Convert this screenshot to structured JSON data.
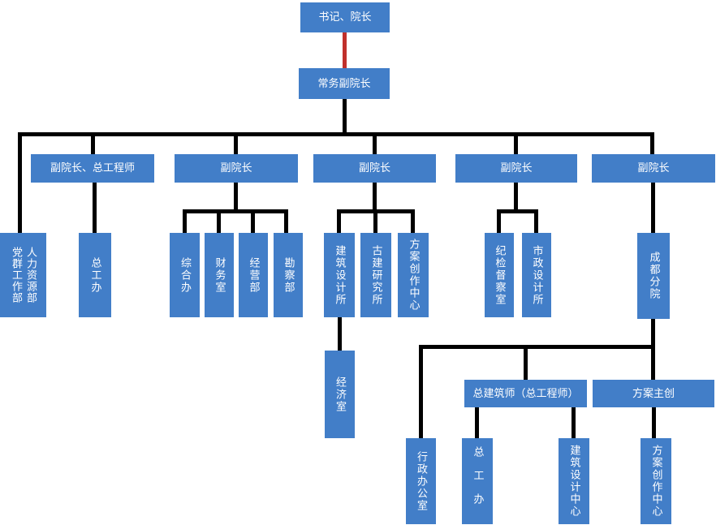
{
  "colors": {
    "node_fill": "#427ec8",
    "node_text": "#ffffff",
    "connector": "#000000",
    "highlight_connector": "#c0302c"
  },
  "chart": {
    "root": {
      "label": "书记、院长"
    },
    "executive": {
      "label": "常务副院长"
    },
    "left_dept": {
      "lines": [
        "党群工作部",
        "人力资源部"
      ]
    },
    "branches": [
      {
        "label": "副院长、总工程师",
        "children": [
          {
            "label": "总工办"
          }
        ]
      },
      {
        "label": "副院长",
        "children": [
          {
            "label": "综合办"
          },
          {
            "label": "财务室"
          },
          {
            "label": "经营部"
          },
          {
            "label": "勘察部"
          }
        ]
      },
      {
        "label": "副院长",
        "children": [
          {
            "label": "建筑设计所",
            "children": [
              {
                "label": "经济室"
              }
            ]
          },
          {
            "label": "古建研究所"
          },
          {
            "label": "方案创作中心"
          }
        ]
      },
      {
        "label": "副院长",
        "children": [
          {
            "label": "纪检督察室"
          },
          {
            "label": "市政设计所"
          }
        ]
      },
      {
        "label": "副院长",
        "children": [
          {
            "label": "成都分院"
          }
        ]
      }
    ],
    "chengdu_branch": {
      "admin_office": {
        "label": "行政办公室"
      },
      "chief_architect": {
        "label": "总建筑师（总工程师）",
        "children": [
          {
            "label": "总工办"
          },
          {
            "label": "建筑设计中心"
          }
        ]
      },
      "scheme_lead": {
        "label": "方案主创",
        "children": [
          {
            "label": "方案创作中心"
          }
        ]
      }
    }
  }
}
